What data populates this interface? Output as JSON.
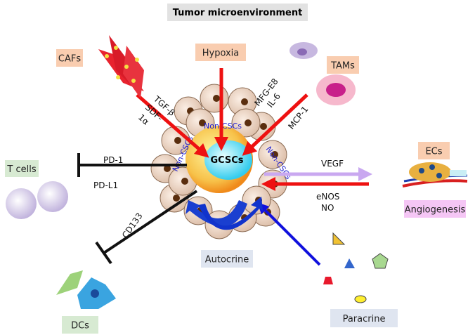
{
  "title": "Tumor microenvironment",
  "boxes": {
    "cafs": "CAFs",
    "hypoxia": "Hypoxia",
    "tams": "TAMs",
    "tcells": "T cells",
    "ecs": "ECs",
    "angiogenesis": "Angiogenesis",
    "autocrine": "Autocrine",
    "dcs": "DCs",
    "paracrine": "Paracrine"
  },
  "center": "GCSCs",
  "non_cscs": "Non-CSCs",
  "signals": {
    "tgf": "TGF-β",
    "sdf": "SDF-",
    "sdf2": "1α",
    "mfg": "MFG-E8",
    "il6": "IL-6",
    "mcp": "MCP-1",
    "pd1": "PD-1",
    "pdl1": "PD-L1",
    "vegf": "VEGF",
    "enos": "eNOS",
    "no": "NO",
    "cd133": "CD133"
  },
  "colors": {
    "cafs_box": "#f9cdb0",
    "tcells_box": "#d7ead2",
    "ang_box": "#f5c6f5",
    "auto_box": "#dfe5f0",
    "arrow_red": "#ee1111",
    "arrow_blue": "#1111dd",
    "vegf": "#c9a8f0"
  }
}
